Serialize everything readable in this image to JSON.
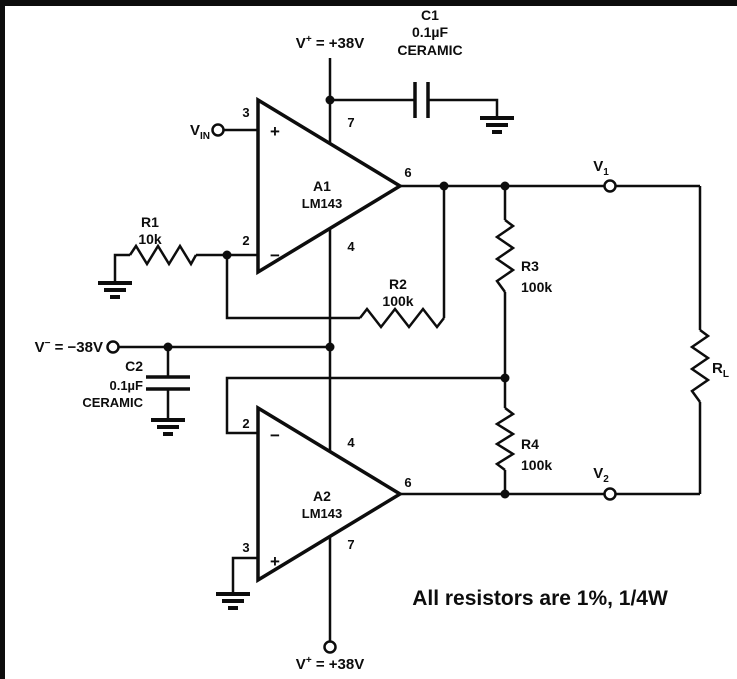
{
  "note": {
    "text": "All resistors are 1%, 1/4W"
  },
  "power": {
    "vplus_top": {
      "base": "V",
      "sup": "+",
      "eq": " = +38V"
    },
    "vplus_bottom": {
      "base": "V",
      "sup": "+",
      "eq": " = +38V"
    },
    "vminus": {
      "base": "V",
      "sup": "−",
      "eq": " = −38V"
    }
  },
  "terminals": {
    "vin": {
      "base": "V",
      "sub": "IN"
    },
    "v1": {
      "base": "V",
      "sub": "1"
    },
    "v2": {
      "base": "V",
      "sub": "2"
    }
  },
  "opamps": {
    "a1": {
      "name": "A1",
      "part": "LM143",
      "plus": "+",
      "minus": "−",
      "pins": {
        "noninv": "3",
        "inv": "2",
        "out": "6",
        "vplus": "7",
        "vminus": "4"
      }
    },
    "a2": {
      "name": "A2",
      "part": "LM143",
      "plus": "+",
      "minus": "−",
      "pins": {
        "noninv": "3",
        "inv": "2",
        "out": "6",
        "vplus": "7",
        "vminus": "4"
      }
    }
  },
  "resistors": {
    "r1": {
      "name": "R1",
      "value": "10k"
    },
    "r2": {
      "name": "R2",
      "value": "100k"
    },
    "r3": {
      "name": "R3",
      "value": "100k"
    },
    "r4": {
      "name": "R4",
      "value": "100k"
    },
    "rl": {
      "base": "R",
      "sub": "L"
    }
  },
  "capacitors": {
    "c1": {
      "name": "C1",
      "value": "0.1µF",
      "type": "CERAMIC"
    },
    "c2": {
      "name": "C2",
      "value": "0.1µF",
      "type": "CERAMIC"
    }
  }
}
